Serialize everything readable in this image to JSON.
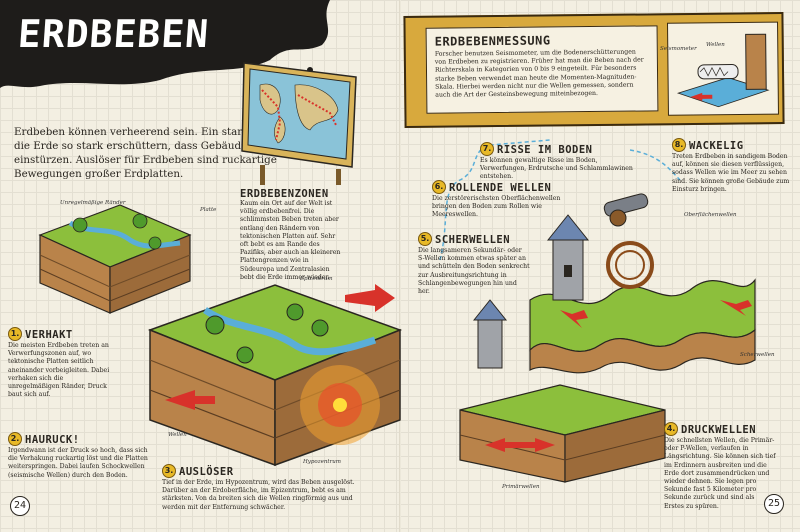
{
  "title": "ERDBEBEN",
  "intro": "Erdbeben können verheerend sein. Ein starkes Beben kann die Erde so stark erschüttern, dass Gebäude und Brücken einstürzen. Auslöser für Erdbeben sind ruckartige Bewegungen großer Erdplatten.",
  "zones": {
    "heading": "ERDBEBENZONEN",
    "text": "Kaum ein Ort auf der Welt ist völlig erdbebenfrei. Die schlimmsten Beben treten aber entlang den Rändern von tektonischen Platten auf. Sehr oft bebt es am Rande des Pazifiks, aber auch an kleineren Plattengrenzen wie in Südeuropa und Zentralasien bebt die Erde immer wieder."
  },
  "steps": [
    {
      "num": "1.",
      "heading": "VERHAKT",
      "text": "Die meisten Erdbeben treten an Verwerfungszonen auf, wo tektonische Platten seitlich aneinander vorbeigleiten. Dabei verhaken sich die unregelmäßigen Ränder, Druck baut sich auf."
    },
    {
      "num": "2.",
      "heading": "HAURUCK!",
      "text": "Irgendwann ist der Druck so hoch, dass sich die Verhakung ruckartig löst und die Platten weiterspringen. Dabei laufen Schockwellen (seismische Wellen) durch den Boden."
    },
    {
      "num": "3.",
      "heading": "AUSLÖSER",
      "text": "Tief in der Erde, im Hypozentrum, wird das Beben ausgelöst. Darüber an der Erdoberfläche, im Epizentrum, bebt es am stärksten. Von da breiten sich die Wellen ringförmig aus und werden mit der Entfernung schwächer."
    },
    {
      "num": "4.",
      "heading": "DRUCKWELLEN",
      "text": "Die schnellsten Wellen, die Primär- oder P-Wellen, verlaufen in Längsrichtung. Sie können sich tief im Erdinnern ausbreiten und die Erde dort zusammendrücken und wieder dehnen. Sie legen pro Sekunde fast 5 Kilometer pro Sekunde zurück und sind als Erstes zu spüren."
    },
    {
      "num": "5.",
      "heading": "SCHERWELLEN",
      "text": "Die langsameren Sekundär- oder S-Wellen kommen etwas später an und schütteln den Boden senkrecht zur Ausbreitungsrichtung in Schlangenbewegungen hin und her."
    },
    {
      "num": "6.",
      "heading": "ROLLENDE WELLEN",
      "text": "Die zerstörerischsten Oberflächenwellen bringen den Boden zum Rollen wie Meereswellen."
    },
    {
      "num": "7.",
      "heading": "RISSE IM BODEN",
      "text": "Es können gewaltige Risse im Boden, Verwerfungen, Erdrutsche und Schlammlawinen entstehen."
    },
    {
      "num": "8.",
      "heading": "WACKELIG",
      "text": "Treten Erdbeben in sandigem Boden auf, können sie diesen verflüssigen, sodass Wellen wie im Meer zu sehen sind. Sie können große Gebäude zum Einsturz bringen."
    }
  ],
  "measurement": {
    "heading": "ERDBEBENMESSUNG",
    "text": "Forscher benutzen Seismometer, um die Bodenerschütterungen von Erdbeben zu registrieren. Früher hat man die Beben nach der Richterskala in Kategorien von 0 bis 9 eingeteilt. Für besonders starke Beben verwendet man heute die Momenten-Magnituden-Skala. Hierbei werden nicht nur die Wellen gemessen, sondern auch die Art der Gesteinsbewegung miteinbezogen.",
    "label_seismometer": "Seismometer",
    "label_wellen": "Wellen"
  },
  "labels": {
    "unregelmaessig": "Unregelmäßige Ränder",
    "platte": "Platte",
    "epizentrum": "Epizentrum",
    "hypozentrum": "Hypozentrum",
    "wellen": "Wellen",
    "oberflaechenwellen": "Oberflächenwellen",
    "scherwellen": "Scherwellen",
    "primaerwellen": "Primärwellen"
  },
  "page_left": "24",
  "page_right": "25",
  "colors": {
    "accent": "#e8b927",
    "arrow_red": "#d8322a",
    "grass": "#8cbf3c",
    "earth": "#b9834a",
    "ink": "#2a2620"
  }
}
